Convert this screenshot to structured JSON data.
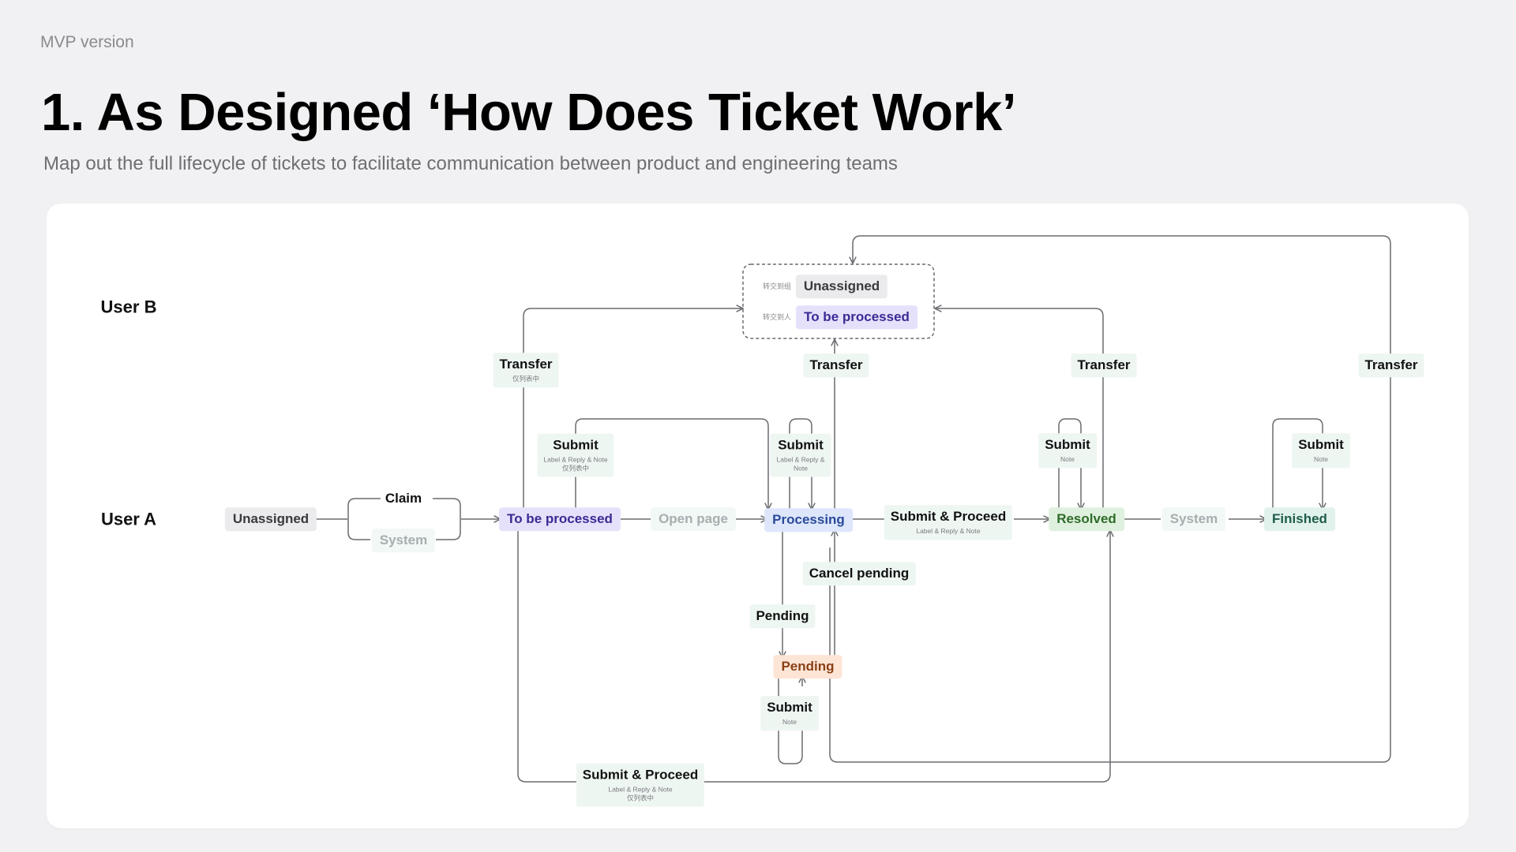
{
  "header": {
    "version": "MVP version",
    "title": "1. As Designed ‘How Does Ticket Work’",
    "subtitle": "Map out the full lifecycle of tickets to facilitate communication between product and engineering teams"
  },
  "lanes": {
    "user_b": "User B",
    "user_a": "User A"
  },
  "colors": {
    "to_be_processed": "#e6e1fb",
    "processing": "#dde6fb",
    "resolved": "#dff1de",
    "finished": "#e1f2ec",
    "pending": "#fde5d6",
    "unassigned": "#ebebed",
    "action_bg": "#eef6f2",
    "connector": "#6b6b70"
  },
  "states": {
    "a_unassigned": "Unassigned",
    "a_to_be_processed": "To be processed",
    "a_open_page": "Open page",
    "a_processing": "Processing",
    "a_resolved": "Resolved",
    "a_system": "System",
    "a_finished": "Finished",
    "a_pending": "Pending",
    "b_unassigned": "Unassigned",
    "b_to_be_processed": "To be processed",
    "b_tag_group": "转交到组",
    "b_tag_person": "转交到人"
  },
  "actions": {
    "claim": "Claim",
    "claim_system": "System",
    "transfer_1": {
      "label": "Transfer",
      "sub": "仅列表中"
    },
    "transfer_2": {
      "label": "Transfer"
    },
    "transfer_3": {
      "label": "Transfer"
    },
    "transfer_4": {
      "label": "Transfer"
    },
    "submit_1": {
      "label": "Submit",
      "sub": "Label & Reply & Note",
      "sub2": "仅列表中"
    },
    "submit_2": {
      "label": "Submit",
      "sub": "Label & Reply &",
      "sub2": "Note"
    },
    "submit_3": {
      "label": "Submit",
      "sub": "Note"
    },
    "submit_4": {
      "label": "Submit",
      "sub": "Note"
    },
    "submit_pending": {
      "label": "Submit",
      "sub": "Note"
    },
    "submit_proceed_1": {
      "label": "Submit & Proceed",
      "sub": "Label & Reply & Note"
    },
    "submit_proceed_2": {
      "label": "Submit & Proceed",
      "sub": "Label & Reply & Note",
      "sub2": "仅列表中"
    },
    "cancel_pending": "Cancel pending",
    "pending": "Pending"
  }
}
